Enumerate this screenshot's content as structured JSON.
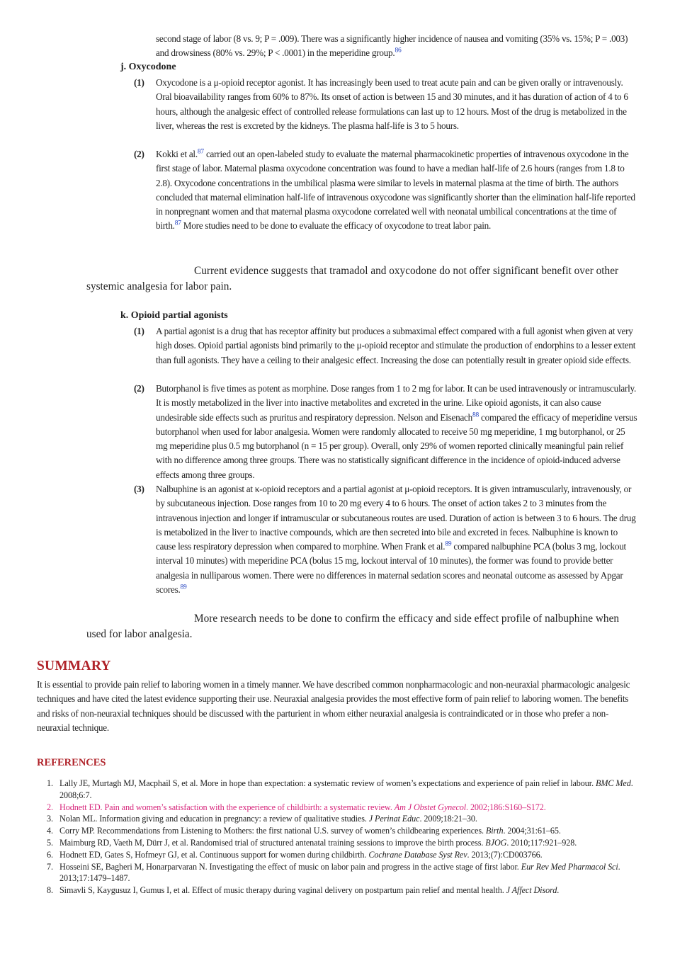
{
  "intro": {
    "text": "second stage of labor (8 vs. 9; P = .009). There was a significantly higher incidence of nausea and vomiting (35% vs. 15%; P = .003) and drowsiness (80% vs. 29%; P < .0001) in the meperidine group.",
    "ref": "86"
  },
  "oxycodone": {
    "letter": "j.",
    "title": "Oxycodone",
    "items": [
      {
        "num": "(1)",
        "text": "Oxycodone is a μ-opioid receptor agonist. It has increasingly been used to treat acute pain and can be given orally or intravenously. Oral bioavailability ranges from 60% to 87%. Its onset of action is between 15 and 30 minutes, and it has duration of action of 4 to 6 hours, although the analgesic effect of controlled release formulations can last up to 12 hours. Most of the drug is metabolized in the liver, whereas the rest is excreted by the kidneys. The plasma half-life is 3 to 5 hours."
      },
      {
        "num": "(2)",
        "a": "Kokki et al.",
        "ref1": "87",
        "b": " carried out an open-labeled study to evaluate the maternal pharmacokinetic properties of intravenous oxycodone in the first stage of labor. Maternal plasma oxycodone concentration was found to have a median half-life of 2.6 hours (ranges from 1.8 to 2.8). Oxycodone concentrations in the umbilical plasma were similar to levels in maternal plasma at the time of birth. The authors concluded that maternal elimination half-life of intravenous oxycodone was significantly shorter than the elimination half-life reported in nonpregnant women and that maternal plasma oxycodone correlated well with neonatal umbilical concentrations at the time of birth.",
        "ref2": "87",
        "c": " More studies need to be done to evaluate the efficacy of oxycodone to treat labor pain."
      }
    ]
  },
  "note1": "Current evidence suggests that tramadol and oxycodone do not offer significant benefit over other systemic analgesia for labor pain.",
  "partial": {
    "letter": "k.",
    "title": "Opioid partial agonists",
    "items": [
      {
        "num": "(1)",
        "text": "A partial agonist is a drug that has receptor affinity but produces a submaximal effect compared with a full agonist when given at very high doses. Opioid partial agonists bind primarily to the μ-opioid receptor and stimulate the production of endorphins to a lesser extent than full agonists. They have a ceiling to their analgesic effect. Increasing the dose can potentially result in greater opioid side effects."
      },
      {
        "num": "(2)",
        "a": "Butorphanol is five times as potent as morphine. Dose ranges from 1 to 2 mg for labor. It can be used intravenously or intramuscularly. It is mostly metabolized in the liver into inactive metabolites and excreted in the urine. Like opioid agonists, it can also cause undesirable side effects such as pruritus and respiratory depression. Nelson and Eisenach",
        "ref": "88",
        "b": " compared the efficacy of meperidine versus butorphanol when used for labor analgesia. Women were randomly allocated to receive 50 mg meperidine, 1 mg butorphanol, or 25 mg meperidine plus 0.5 mg butorphanol (n = 15 per group). Overall, only 29% of women reported clinically meaningful pain relief with no difference among three groups. There was no statistically significant difference in the incidence of opioid-induced adverse effects among three groups."
      },
      {
        "num": "(3)",
        "a": "Nalbuphine is an agonist at κ-opioid receptors and a partial agonist at μ-opioid receptors. It is given intramuscularly, intravenously, or by subcutaneous injection. Dose ranges from 10 to 20 mg every 4 to 6 hours. The onset of action takes 2 to 3 minutes from the intravenous injection and longer if intramuscular or subcutaneous routes are used. Duration of action is between 3 to 6 hours. The drug is metabolized in the liver to inactive compounds, which are then secreted into bile and excreted in feces. Nalbuphine is known to cause less respiratory depression when compared to morphine. When Frank et al.",
        "ref1": "89",
        "b": " compared nalbuphine PCA (bolus 3 mg, lockout interval 10 minutes) with meperidine PCA (bolus 15 mg, lockout interval of 10 minutes), the former was found to provide better analgesia in nulliparous women. There were no differences in maternal sedation scores and neonatal outcome as assessed by Apgar scores.",
        "ref2": "89"
      }
    ]
  },
  "note2": "More research needs to be done to confirm the efficacy and side effect profile of nalbuphine when used for labor analgesia.",
  "summary": {
    "title": "SUMMARY",
    "text": "It is essential to provide pain relief to laboring women in a timely manner. We have described common nonpharmacologic and non-neuraxial pharmacologic analgesic techniques and have cited the latest evidence supporting their use. Neuraxial analgesia provides the most effective form of pain relief to laboring women. The benefits and risks of non-neuraxial techniques should be discussed with the parturient in whom either neuraxial analgesia is contraindicated or in those who prefer a non-neuraxial technique."
  },
  "references": {
    "title": "REFERENCES",
    "items": [
      {
        "n": "1.",
        "a": "Lally JE, Murtagh MJ, Macphail S, et al. More in hope than expectation: a systematic review of women’s expectations and experience of pain relief in labour. ",
        "j": "BMC Med",
        "b": ". 2008;6:7."
      },
      {
        "n": "2.",
        "a": "Hodnett ED. Pain and women’s satisfaction with the experience of childbirth: a systematic review. ",
        "j": "Am J Obstet Gynecol",
        "b": ". 2002;186:S160–S172."
      },
      {
        "n": "3.",
        "a": "Nolan ML. Information giving and education in pregnancy: a review of qualitative studies. ",
        "j": "J Perinat Educ",
        "b": ". 2009;18:21–30."
      },
      {
        "n": "4.",
        "a": "Corry MP. Recommendations from Listening to Mothers: the first national U.S. survey of women’s childbearing experiences. ",
        "j": "Birth",
        "b": ". 2004;31:61–65."
      },
      {
        "n": "5.",
        "a": "Maimburg RD, Vaeth M, Dürr J, et al. Randomised trial of structured antenatal training sessions to improve the birth process. ",
        "j": "BJOG",
        "b": ". 2010;117:921–928."
      },
      {
        "n": "6.",
        "a": "Hodnett ED, Gates S, Hofmeyr GJ, et al. Continuous support for women during childbirth. ",
        "j": "Cochrane Database Syst Rev",
        "b": ". 2013;(7):CD003766."
      },
      {
        "n": "7.",
        "a": "Hosseini SE, Bagheri M, Honarparvaran N. Investigating the effect of music on labor pain and progress in the active stage of first labor. ",
        "j": "Eur Rev Med Pharmacol Sci",
        "b": ". 2013;17:1479–1487."
      },
      {
        "n": "8.",
        "a": "Simavli S, Kaygusuz I, Gumus I, et al. Effect of music therapy during vaginal delivery on postpartum pain relief and mental health. ",
        "j": "J Affect Disord",
        "b": "."
      }
    ]
  }
}
